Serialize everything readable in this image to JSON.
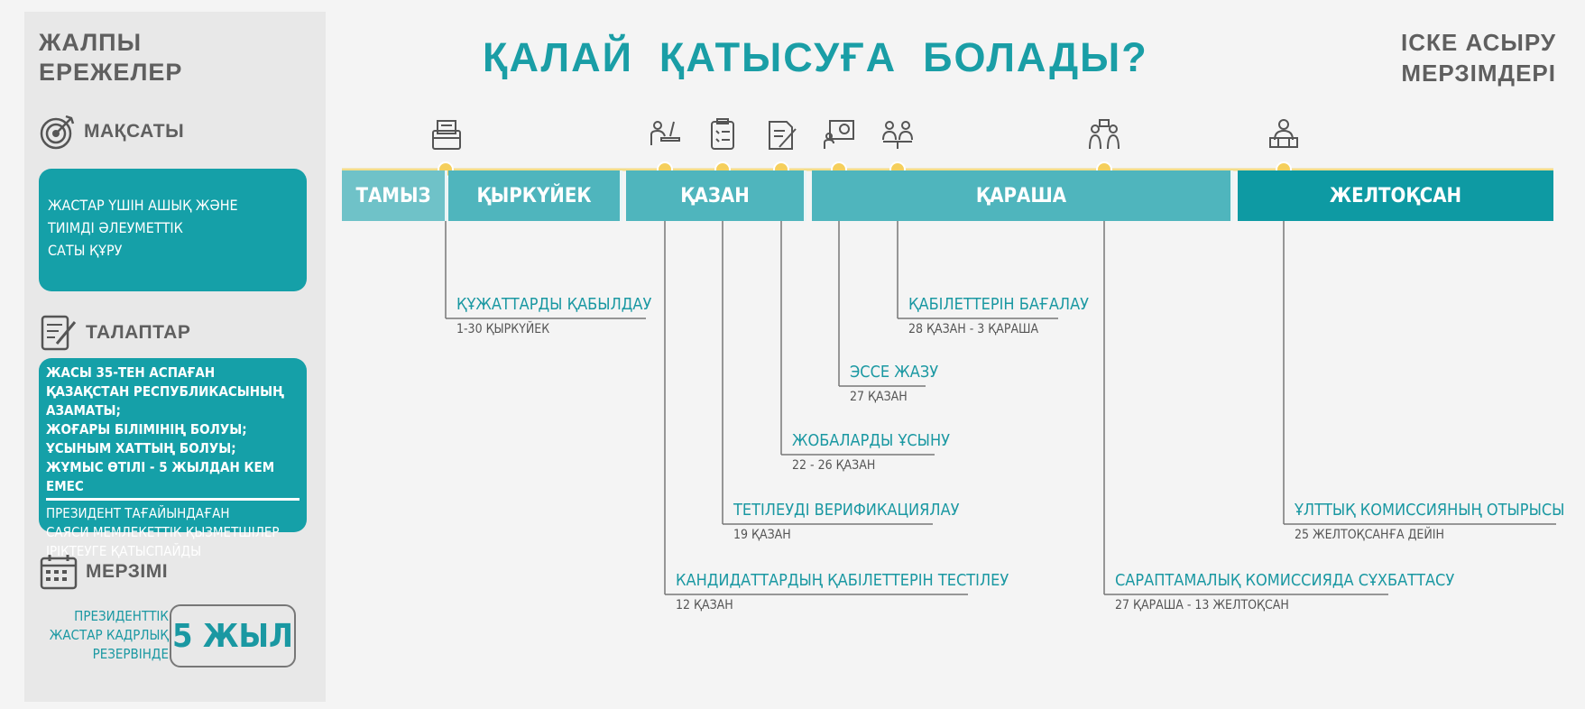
{
  "sidebar": {
    "title_line1": "ЖАЛПЫ",
    "title_line2": "ЕРЕЖЕЛЕР",
    "goal": {
      "heading": "МАҚСАТЫ",
      "lines": [
        "ЖАСТАР ҮШІН  АШЫҚ ЖӘНЕ",
        "ТИІМДІ ӘЛЕУМЕТТІК",
        "САТЫ  ҚҰРУ"
      ]
    },
    "requirements": {
      "heading": "ТАЛАПТАР",
      "items": [
        "ЖАСЫ 35-ТЕН АСПАҒАН",
        "ҚАЗАҚСТАН РЕСПУБЛИКАСЫНЫҢ АЗАМАТЫ;",
        "ЖОҒАРЫ БІЛІМІНІҢ БОЛУЫ;",
        "ҰСЫНЫМ ХАТТЫҢ БОЛУЫ;",
        "ЖҰМЫС ӨТІЛІ - 5 ЖЫЛДАН КЕМ ЕМЕС"
      ],
      "note": [
        "ПРЕЗИДЕНТ ТАҒАЙЫНДАҒАН",
        "САЯСИ МЕМЛЕКЕТТІК ҚЫЗМЕТШІЛЕР",
        "ІРІКТЕУГЕ ҚАТЫСПАЙДЫ"
      ]
    },
    "term": {
      "heading": "МЕРЗІМІ",
      "caption": [
        "ПРЕЗИДЕНТТІК",
        "ЖАСТАР КАДРЛЫҚ",
        "РЕЗЕРВІНДЕ"
      ],
      "value": "5 ЖЫЛ"
    }
  },
  "header": {
    "title": "ҚАЛАЙ  ҚАТЫСУҒА  БОЛАДЫ?",
    "right_line1": "ІСКЕ АСЫРУ",
    "right_line2": "МЕРЗІМДЕРІ"
  },
  "colors": {
    "teal": "#15a0a8",
    "month_light": "#6fc2c8",
    "month_mid": "#4fb5bd",
    "month_dark": "#0e9aa3",
    "dot": "#f5cf5c"
  },
  "months": [
    {
      "label": "ТАМЫЗ",
      "tone": "month_light"
    },
    {
      "label": "ҚЫРКҮЙЕК",
      "tone": "month_mid"
    },
    {
      "label": "ҚАЗАН",
      "tone": "month_mid"
    },
    {
      "label": "ҚАРАША",
      "tone": "month_mid"
    },
    {
      "label": "ЖЕЛТОҚСАН",
      "tone": "month_dark"
    }
  ],
  "events": [
    {
      "title": "ҚҰЖАТТАРДЫ ҚАБЫЛДАУ",
      "date": "1-30 ҚЫРКҮЙЕК",
      "icon": "documents-icon"
    },
    {
      "title": "КАНДИДАТТАРДЫҢ ҚАБІЛЕТТЕРІН ТЕСТІЛЕУ",
      "date": "12 ҚАЗАН",
      "icon": "testing-icon"
    },
    {
      "title": "ТЕТІЛЕУДІ ВЕРИФИКАЦИЯЛАУ",
      "date": "19 ҚАЗАН",
      "icon": "checklist-icon"
    },
    {
      "title": "ЖОБАЛАРДЫ ҰСЫНУ",
      "date": "22 -  26 ҚАЗАН",
      "icon": "writing-icon"
    },
    {
      "title": "ЭССЕ ЖАЗУ",
      "date": "27 ҚАЗАН",
      "icon": "presentation-icon"
    },
    {
      "title": "ҚАБІЛЕТТЕРІН БАҒАЛАУ",
      "date": "28 ҚАЗАН - 3 ҚАРАША",
      "icon": "assessment-icon"
    },
    {
      "title": "САРАПТАМАЛЫҚ КОМИССИЯДА СҰХБАТТАСУ",
      "date": "27 ҚАРАША - 13 ЖЕЛТОҚСАН",
      "icon": "interview-icon"
    },
    {
      "title": "ҰЛТТЫҚ КОМИССИЯНЫҢ ОТЫРЫСЫ",
      "date": "25 ЖЕЛТОҚСАНҒА ДЕЙІН",
      "icon": "commission-icon"
    }
  ]
}
